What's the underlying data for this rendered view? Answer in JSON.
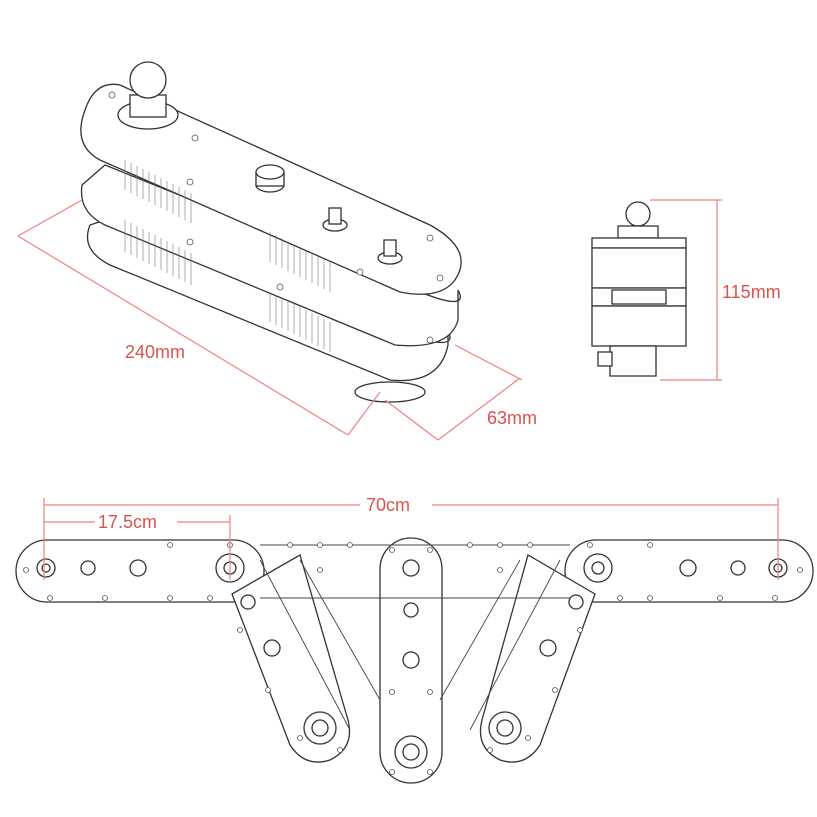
{
  "dimensions": {
    "length": "240mm",
    "depth": "63mm",
    "height": "115mm",
    "span_total": "70cm",
    "span_half": "17.5cm"
  },
  "colors": {
    "dimension": "#d9534f",
    "dimension_line": "#f08080",
    "ink": "#333333"
  }
}
